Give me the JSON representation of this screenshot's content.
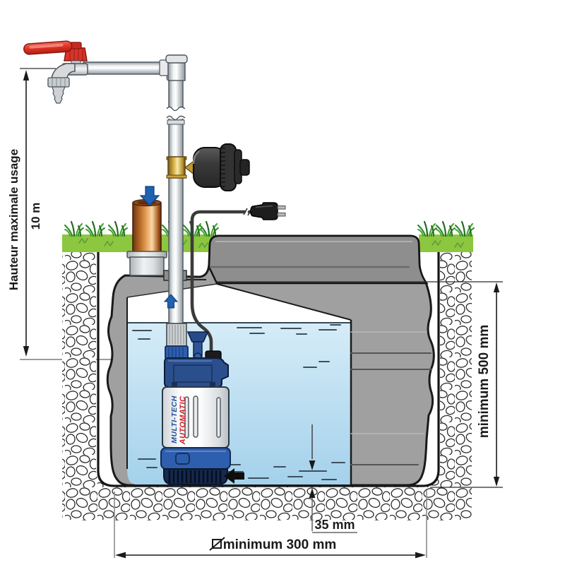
{
  "annotations": {
    "max_usage_height": {
      "label": "Hauteur maximale usage",
      "value": "10 m"
    },
    "min_depth": {
      "label": "minimum 500 mm"
    },
    "min_width": {
      "label": "minimum 300 mm"
    },
    "residual_level": {
      "label": "35 mm"
    }
  },
  "pump": {
    "brand": "MULTI-TECH",
    "model": "AUTOMATIC"
  },
  "icons": {
    "diameter_symbol": "⌀",
    "inlet_flow": "↓",
    "pipe_flow": "↑",
    "intake_flow": "←"
  },
  "colors": {
    "grass": "#8dc63f",
    "water_top": "#d6ecf8",
    "water_bottom": "#a4d1eb",
    "tank_body": "#a0a0a0",
    "tank_lid": "#8e8e8e",
    "pump_blue": "#2e5fae",
    "pump_navy": "#16294e",
    "brand_blue": "#1d4fa1",
    "brand_red": "#d0222b",
    "valve_red": "#e03527",
    "copper": "#c1742c",
    "brass": "#d9b54a",
    "flow_arrow_blue": "#1e62b0",
    "dimension_text": "#1a1a1a"
  }
}
